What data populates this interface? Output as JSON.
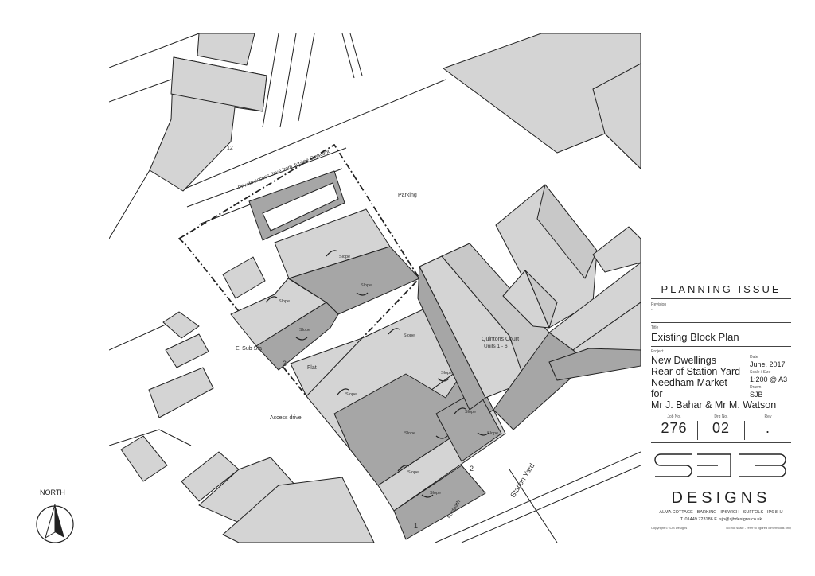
{
  "plan_labels": {
    "plot_12": "12",
    "private_drive": "Private access drive from Jubilee Crescent",
    "parking": "Parking",
    "el_sub_sta": "El Sub Sta",
    "flat": "Flat",
    "access_drive": "Access drive",
    "quintons_court": "Quintons Court",
    "units": "Units 1 - 6",
    "footpath": "Footpath",
    "station_yard": "Station Yard",
    "plot_1": "1",
    "plot_2": "2",
    "plot_3": "3",
    "slope": "Slope"
  },
  "north": {
    "label": "NORTH"
  },
  "title_block": {
    "heading": "PLANNING ISSUE",
    "revision_label": "Revision",
    "revision_value": "-",
    "title_label": "Title",
    "title_value": "Existing Block Plan",
    "project_label": "Project",
    "project_lines": [
      "New Dwellings",
      "Rear of Station Yard",
      "Needham Market",
      "for",
      "Mr J. Bahar & Mr M. Watson"
    ],
    "date_label": "Date",
    "date_value": "June. 2017",
    "scale_label": "Scale / Size",
    "scale_value": "1:200 @ A3",
    "drawn_label": "Drawn",
    "drawn_value": "SJB",
    "job_label": "Job No.",
    "job_value": "276",
    "drg_label": "Drg No.",
    "drg_value": "02",
    "rev_label": "Rev",
    "rev_value": ".",
    "logo_text": "SJB",
    "company": "DESIGNS",
    "address": "ALMA COTTAGE · BARKING · IPSWICH · SUFFOLK · IP6 8HJ",
    "contact": "T. 01449 723186     E. sjb@sjbdesigns.co.uk",
    "copyright": "Copyright © SJB Designs",
    "note": "Do not scale - refer to figured dimensions only"
  }
}
